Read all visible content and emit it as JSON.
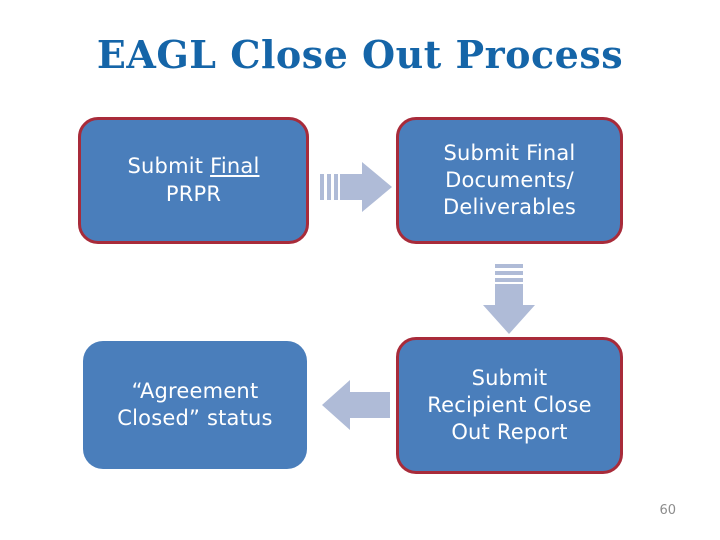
{
  "slide": {
    "title": "EAGL Close Out Process",
    "page_number": "60",
    "title_color": "#1565A8",
    "box_fill_color": "#4A7EBB",
    "box_border_color": "#A82B3A",
    "arrow_color": "#AFBBD7",
    "text_color": "#FFFFFF"
  },
  "boxes": [
    {
      "id": "submit-final-prpr",
      "line1_prefix": "Submit ",
      "line1_underlined": "Final",
      "line2": "PRPR",
      "text": "Submit Final\nPRPR",
      "bordered": true
    },
    {
      "id": "submit-final-documents",
      "text": "Submit Final\nDocuments/\nDeliverables",
      "bordered": true
    },
    {
      "id": "agreement-closed-status",
      "text": "“Agreement\nClosed” status",
      "bordered": false
    },
    {
      "id": "submit-recipient-close-out-report",
      "text": "Submit\nRecipient Close\nOut Report",
      "bordered": true
    }
  ],
  "arrows": [
    {
      "id": "arrow-right-top",
      "icon": "arrow-right-striped-icon",
      "direction": "right"
    },
    {
      "id": "arrow-down-mid",
      "icon": "arrow-down-striped-icon",
      "direction": "down"
    },
    {
      "id": "arrow-left-bottom",
      "icon": "arrow-left-icon",
      "direction": "left"
    }
  ]
}
